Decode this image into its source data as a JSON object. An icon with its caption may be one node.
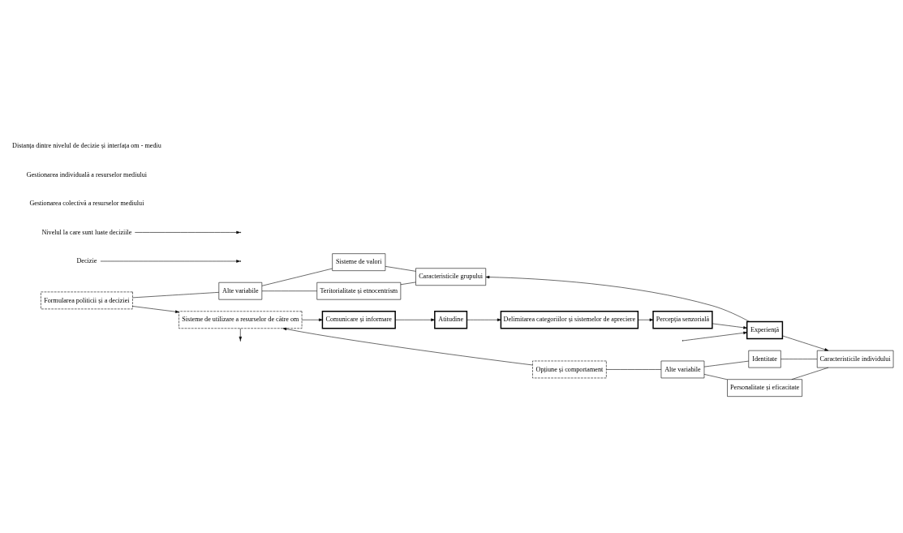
{
  "diagram": {
    "nodes": [
      {
        "text": [
          "Formularea politicii și a deciziei"
        ]
      },
      {
        "text": [
          "Alte variabile"
        ]
      },
      {
        "text": [
          "Sisteme de valori"
        ]
      },
      {
        "text": [
          "Teritorialitate și etnocentrism"
        ]
      },
      {
        "text": [
          "Caracteristicile grupului"
        ]
      },
      {
        "text": [
          "Sisteme de utilizare a resurselor de către om"
        ]
      },
      {
        "text": [
          "Comunicare și informare"
        ]
      },
      {
        "text": [
          "Atitudine"
        ]
      },
      {
        "text": [
          "Delimitarea categoriilor și sistemelor de apreciere"
        ]
      },
      {
        "text": [
          "Percepția senzorială"
        ]
      },
      {
        "text": [
          "Experiență"
        ]
      },
      {
        "text": [
          "Opțiune și comportament"
        ]
      },
      {
        "text": [
          "Alte variabile"
        ]
      },
      {
        "text": [
          "Identitate"
        ]
      },
      {
        "text": [
          "Personalitate și eficacitate"
        ]
      },
      {
        "text": [
          "Caracteristicile individului"
        ]
      },
      {
        "text": [
          "Decizie"
        ]
      },
      {
        "text": [
          "Nivelul la care sunt luate deciziile"
        ]
      }
    ],
    "edges": [
      {
        "from": 5,
        "to": 6,
        "arrow": "to"
      },
      {
        "from": 6,
        "to": 7,
        "arrow": "to"
      },
      {
        "from": 7,
        "to": 8,
        "arrow": "to"
      },
      {
        "from": 8,
        "to": 9,
        "arrow": "to"
      },
      {
        "from": 9,
        "to": 10,
        "arrow": "to"
      },
      {
        "from": null,
        "to": 10,
        "arrow": "to"
      },
      {
        "from": 10,
        "to": 4,
        "arrow": "to"
      },
      {
        "from": 10,
        "to": 15,
        "arrow": "to"
      },
      {
        "from": 0,
        "to": 1,
        "arrow": "none"
      },
      {
        "from": 1,
        "to": 2,
        "arrow": "none"
      },
      {
        "from": 1,
        "to": 3,
        "arrow": "none"
      },
      {
        "from": 2,
        "to": 4,
        "arrow": "none"
      },
      {
        "from": 3,
        "to": 4,
        "arrow": "none"
      },
      {
        "from": 11,
        "to": 12,
        "arrow": "none"
      },
      {
        "from": 12,
        "to": 13,
        "arrow": "none"
      },
      {
        "from": 12,
        "to": 14,
        "arrow": "none"
      },
      {
        "from": 13,
        "to": 15,
        "arrow": "none"
      },
      {
        "from": 14,
        "to": 15,
        "arrow": "none"
      },
      {
        "from": 0,
        "to": 5,
        "arrow": "to"
      },
      {
        "from": 11,
        "to": 5,
        "arrow": "to"
      },
      {
        "from": 5,
        "to": null,
        "arrow": "to"
      },
      {
        "from": 16,
        "to": null,
        "arrow": "to"
      },
      {
        "from": 17,
        "to": null,
        "arrow": "to"
      }
    ],
    "labels": [
      "Gestionarea colectivă a resurselor mediului",
      "Gestionarea individuală a resurselor mediului",
      "Distanța dintre nivelul de decizie și interfața om - mediu"
    ]
  }
}
